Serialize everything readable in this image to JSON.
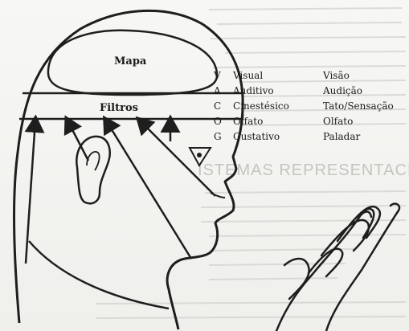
{
  "diagram": {
    "labels": {
      "map": "Mapa",
      "filters": "Filtros"
    },
    "senses": [
      {
        "letter": "V",
        "english": "Visual",
        "portuguese": "Visão"
      },
      {
        "letter": "A",
        "english": "Auditivo",
        "portuguese": "Audição"
      },
      {
        "letter": "C",
        "english": "Cinestésico",
        "portuguese": "Tato/Sensação"
      },
      {
        "letter": "O",
        "english": "Olfato",
        "portuguese": "Olfato"
      },
      {
        "letter": "G",
        "english": "Gustativo",
        "portuguese": "Paladar"
      }
    ],
    "background_heading": "ISTEMAS REPRESENTACIONAIS"
  },
  "colors": {
    "ink": "#1e1e1e",
    "paper": "#f4f4f2",
    "ghost_text": "#c9c9c6"
  }
}
